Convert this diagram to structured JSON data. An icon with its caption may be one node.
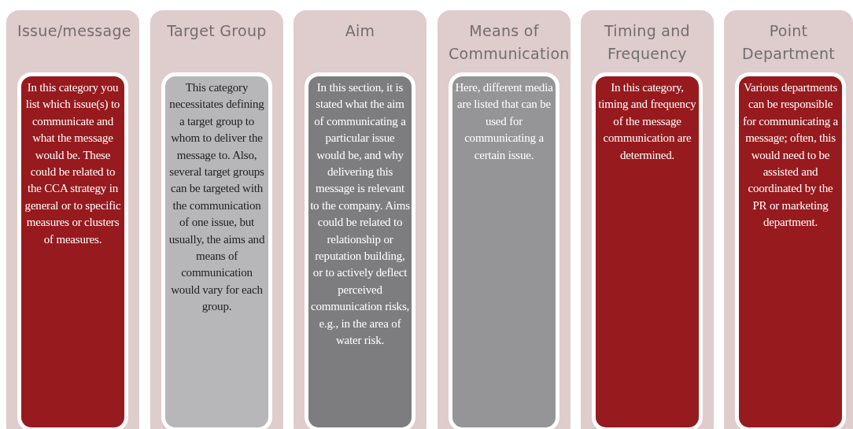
{
  "diagram": {
    "nodes": [
      {
        "text": [
          "Issue/message"
        ]
      },
      {
        "text": [
          "In this category you list which issue(s) to communicate and what the message would be. These could be related to the CCA strategy in general or to specific measures or clusters of measures."
        ],
        "in": 0
      },
      {
        "text": [
          "Target Group"
        ]
      },
      {
        "text": [
          "This category necessitates defining a target group to whom to deliver the message to. Also, several target groups can be targeted with the communication of one issue, but usually, the aims and means of communication would vary for each group."
        ],
        "in": 2
      },
      {
        "text": [
          "Aim"
        ]
      },
      {
        "text": [
          "In this section, it is stated what the aim of communicating a particular issue would be, and why delivering this message is relevant to the company. Aims could be related to relationship or reputation building, or to actively deflect perceived communication risks, e.g., in the area of water risk."
        ],
        "in": 4
      },
      {
        "text": [
          "Means of Communication"
        ]
      },
      {
        "text": [
          "Here, different media are listed that can be used for communicating a certain issue."
        ],
        "in": 6
      },
      {
        "text": [
          "Timing and Frequency"
        ]
      },
      {
        "text": [
          "In this category, timing and frequency of the message communication are determined."
        ],
        "in": 8
      },
      {
        "text": [
          "Point Department"
        ]
      },
      {
        "text": [
          "Various departments can be responsible for communicating a message; often, this would need to be assisted and coordinated by the PR or marketing department."
        ],
        "in": 10
      }
    ]
  }
}
